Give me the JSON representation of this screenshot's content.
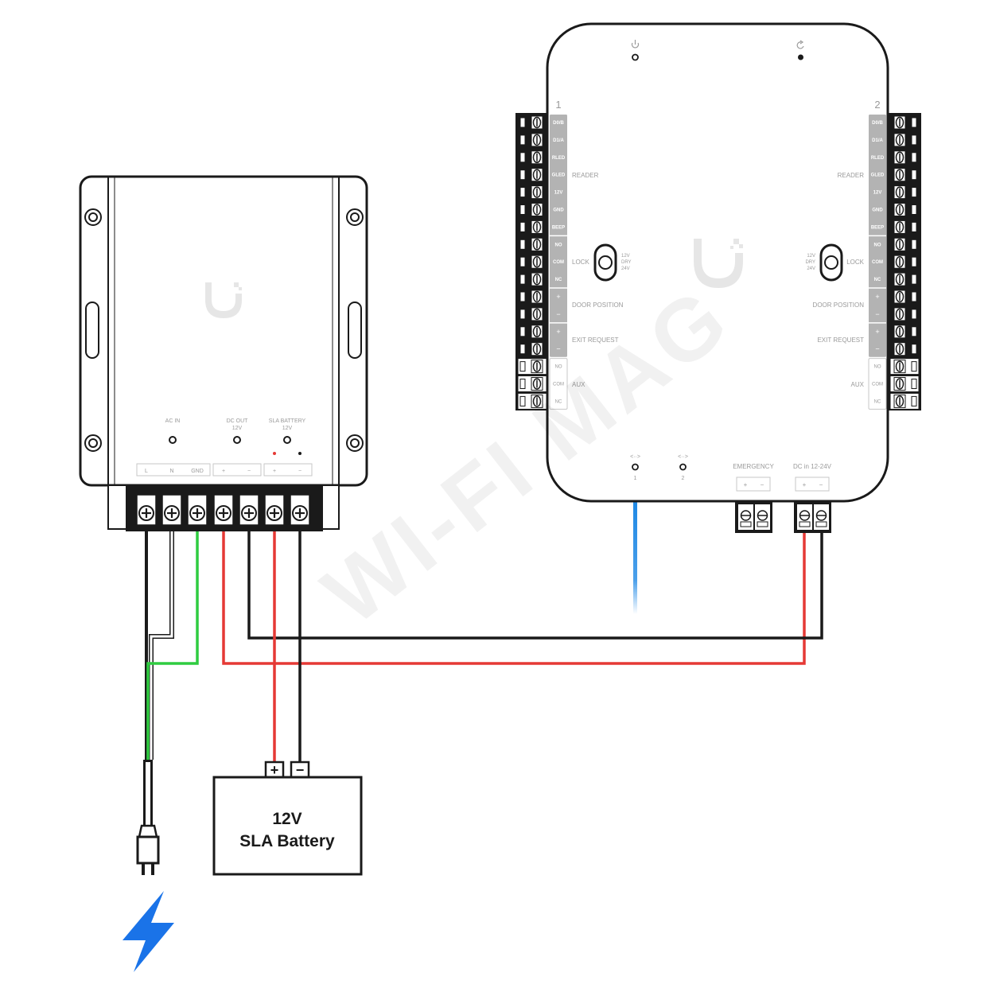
{
  "psu": {
    "labels": {
      "ac_in": "AC IN",
      "dc_out": "DC OUT",
      "dc_out_v": "12V",
      "sla": "SLA BATTERY",
      "sla_v": "12V"
    },
    "terminals": [
      "L",
      "N",
      "GND",
      "+",
      "−",
      "+",
      "−"
    ]
  },
  "hub": {
    "side_numbers": [
      "1",
      "2"
    ],
    "terminals": [
      "D0/B",
      "D1/A",
      "RLED",
      "GLED",
      "12V",
      "GND",
      "BEEP",
      "NO",
      "COM",
      "NC",
      "+",
      "−",
      "+",
      "−",
      "NO",
      "COM",
      "NC"
    ],
    "group_labels": {
      "reader": "READER",
      "lock": "LOCK",
      "door_position": "DOOR POSITION",
      "exit_request": "EXIT REQUEST",
      "aux": "AUX"
    },
    "switch_labels": [
      "12V",
      "DRY",
      "24V"
    ],
    "port_numbers": [
      "1",
      "2"
    ],
    "emergency": "EMERGENCY",
    "dc_in": "DC in 12-24V",
    "plus": "+",
    "minus": "−"
  },
  "battery": {
    "line1": "12V",
    "line2": "SLA Battery",
    "plus": "+",
    "minus": "−"
  },
  "watermark": "WI-FI MAG",
  "colors": {
    "device_fill": "#ffffff",
    "device_stroke": "#1a1a1a",
    "terminal_block": "#1a1a1a",
    "label_gray": "#9a9a9a",
    "term_label_bg": "#b3b3b3",
    "wire_black": "#1a1a1a",
    "wire_red": "#e53935",
    "wire_green": "#2ecc40",
    "wire_white": "#ffffff",
    "ethernet_blue": "#1e88e5",
    "bolt_blue": "#1a73e8",
    "led_red": "#e53935"
  },
  "icons": [
    "power-icon",
    "reset-icon",
    "ethernet-port-icon",
    "ubiquiti-logo-icon",
    "lightning-bolt-icon",
    "power-plug-icon"
  ]
}
